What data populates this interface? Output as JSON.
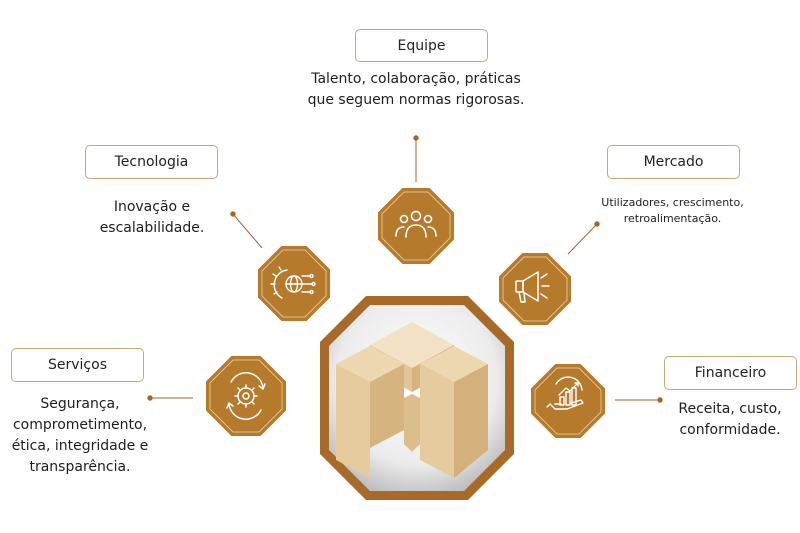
{
  "nodes": {
    "equipe": {
      "label": "Equipe",
      "lines": [
        "Talento, colaboração, práticas",
        "que seguem normas rigorosas."
      ],
      "icon": "team-icon"
    },
    "tecnologia": {
      "label": "Tecnologia",
      "lines": [
        "Inovação e",
        "escalabilidade."
      ],
      "icon": "tech-gear-globe-icon"
    },
    "mercado": {
      "label": "Mercado",
      "lines": [
        "Utilizadores, crescimento,",
        "retroalimentação."
      ],
      "icon": "megaphone-icon"
    },
    "servicos": {
      "label": "Serviços",
      "lines": [
        "Segurança,",
        "comprometimento,",
        "ética, integridade e",
        "transparência."
      ],
      "icon": "gear-cycle-icon"
    },
    "financeiro": {
      "label": "Financeiro",
      "lines": [
        "Receita, custo,",
        "conformidade."
      ],
      "icon": "growth-chart-hand-icon"
    }
  },
  "center": {
    "icon": "m-cube-logo"
  },
  "colors": {
    "accent": "#b57a2c",
    "accent_dark": "#9a6424",
    "border": "#c9a776",
    "logo_light": "#f0dcbc",
    "logo_mid": "#e3c69a",
    "logo_dark": "#cfae7d",
    "silver": "#d8d8d8"
  }
}
